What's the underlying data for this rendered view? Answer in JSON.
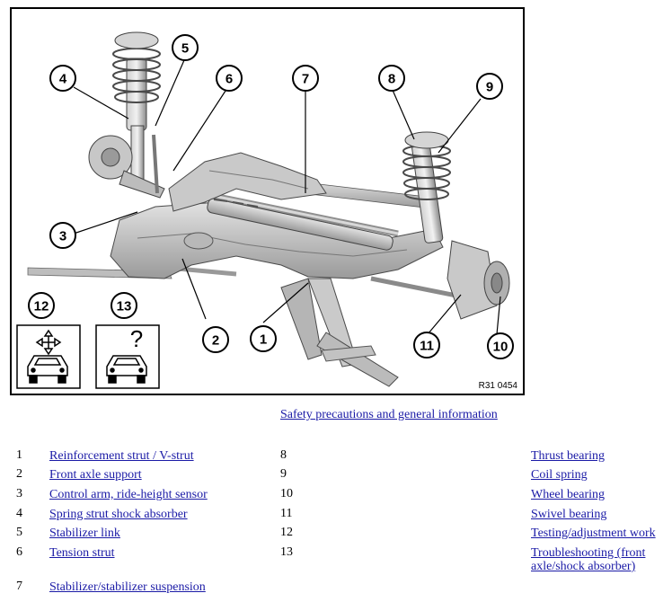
{
  "figure": {
    "reference_code": "R31 0454",
    "callouts": [
      "1",
      "2",
      "3",
      "4",
      "5",
      "6",
      "7",
      "8",
      "9",
      "10",
      "11",
      "12",
      "13"
    ]
  },
  "safety_link": "Safety precautions and general information",
  "legend_left": [
    {
      "num": "1",
      "label": "Reinforcement strut / V-strut"
    },
    {
      "num": "2",
      "label": "Front axle support"
    },
    {
      "num": "3",
      "label": "Control arm, ride-height sensor"
    },
    {
      "num": "4",
      "label": "Spring strut shock absorber"
    },
    {
      "num": "5",
      "label": "Stabilizer link"
    },
    {
      "num": "6",
      "label": "Tension strut"
    },
    {
      "num": "7",
      "label": "Stabilizer/stabilizer suspension"
    }
  ],
  "legend_right": [
    {
      "num": "8",
      "label": "Thrust bearing"
    },
    {
      "num": "9",
      "label": "Coil spring"
    },
    {
      "num": "10",
      "label": "Wheel bearing"
    },
    {
      "num": "11",
      "label": "Swivel bearing"
    },
    {
      "num": "12",
      "label": "Testing/adjustment work"
    },
    {
      "num": "13",
      "label": "Troubleshooting (front axle/shock absorber)"
    }
  ]
}
